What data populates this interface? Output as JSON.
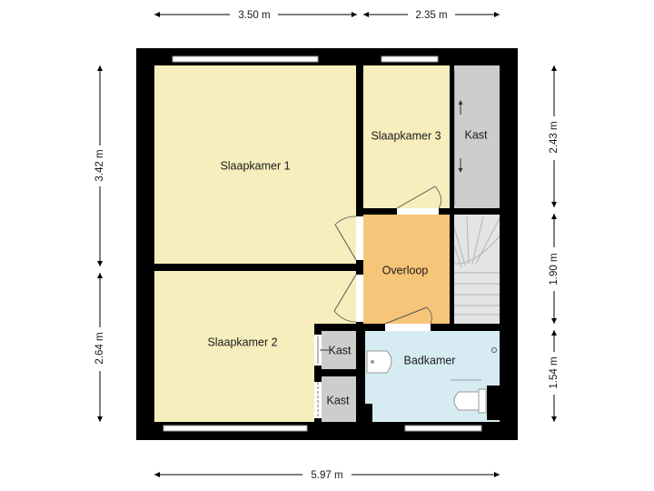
{
  "colors": {
    "bedroom": "#f6eebd",
    "landing": "#f7c57a",
    "bathroom": "#d6ecf2",
    "storage": "#cdcdcd",
    "stairs": "#e4e4e4",
    "wall": "#000000"
  },
  "rooms": {
    "bedroom1": "Slaapkamer 1",
    "bedroom2": "Slaapkamer 2",
    "bedroom3": "Slaapkamer 3",
    "closet_top": "Kast",
    "closet_mid": "Kast",
    "closet_low": "Kast",
    "landing": "Overloop",
    "bathroom": "Badkamer"
  },
  "dimensions": {
    "top_left": "3.50 m",
    "top_right": "2.35 m",
    "bottom": "5.97 m",
    "left_upper": "3.42 m",
    "left_lower": "2.64 m",
    "right_upper": "2.43 m",
    "right_middle": "1.90 m",
    "right_lower": "1.54 m"
  },
  "icons": [
    "arrow-up-icon",
    "arrow-down-icon",
    "toilet-icon",
    "sink-icon",
    "shower-icon"
  ]
}
